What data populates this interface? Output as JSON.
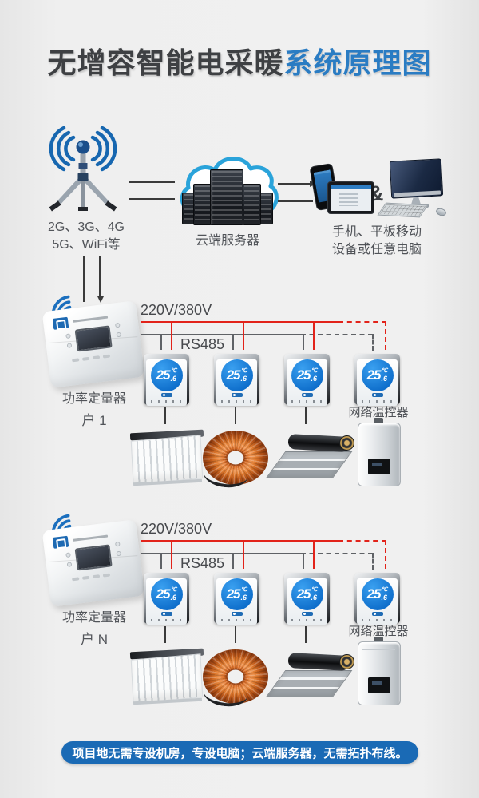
{
  "title": {
    "part_dark": "无增容智能电采暖",
    "part_blue": "系统原理图"
  },
  "colors": {
    "accent_blue": "#2a7cc3",
    "power_line_red": "#e2231a",
    "bus_line_gray": "#5f6266",
    "banner_blue": "#1a6ab5",
    "thermostat_display_blue": "#0e6ecb",
    "background": "#efefef"
  },
  "top": {
    "antenna_label_line1": "2G、3G、4G",
    "antenna_label_line2": "5G、WiFi等",
    "cloud_label": "云端服务器",
    "ampersand": "&",
    "devices_label_line1": "手机、平板移动",
    "devices_label_line2": "设备或任意电脑"
  },
  "thermostat": {
    "temp_int": "25",
    "temp_unit": "℃",
    "temp_dec": ".6"
  },
  "sections": [
    {
      "power_line_label": "220V/380V",
      "bus_label": "RS485",
      "device_label": "功率定量器",
      "household_label": "户 1",
      "thermostat_label": "网络温控器"
    },
    {
      "power_line_label": "220V/380V",
      "bus_label": "RS485",
      "device_label": "功率定量器",
      "household_label": "户 N",
      "thermostat_label": "网络温控器"
    }
  ],
  "footer": {
    "text": "项目地无需专设机房，专设电脑；云端服务器，无需拓扑布线。"
  },
  "icons": {
    "antenna-icon": "signal tower with radio waves",
    "cloud-server-icon": "blue cloud with server racks",
    "smartphone-icon": "phone with blue app screen",
    "tablet-icon": "tablet with app screen",
    "desktop-computer-icon": "monitor keyboard mouse",
    "wifi-icon": "wifi waves",
    "thermostat-icon": "round blue temperature display",
    "radiator-icon": "electric radiator",
    "heating-cable-icon": "orange heating cable coil",
    "heating-film-icon": "graphene heating film roll",
    "water-heater-icon": "wall hung electric boiler"
  }
}
